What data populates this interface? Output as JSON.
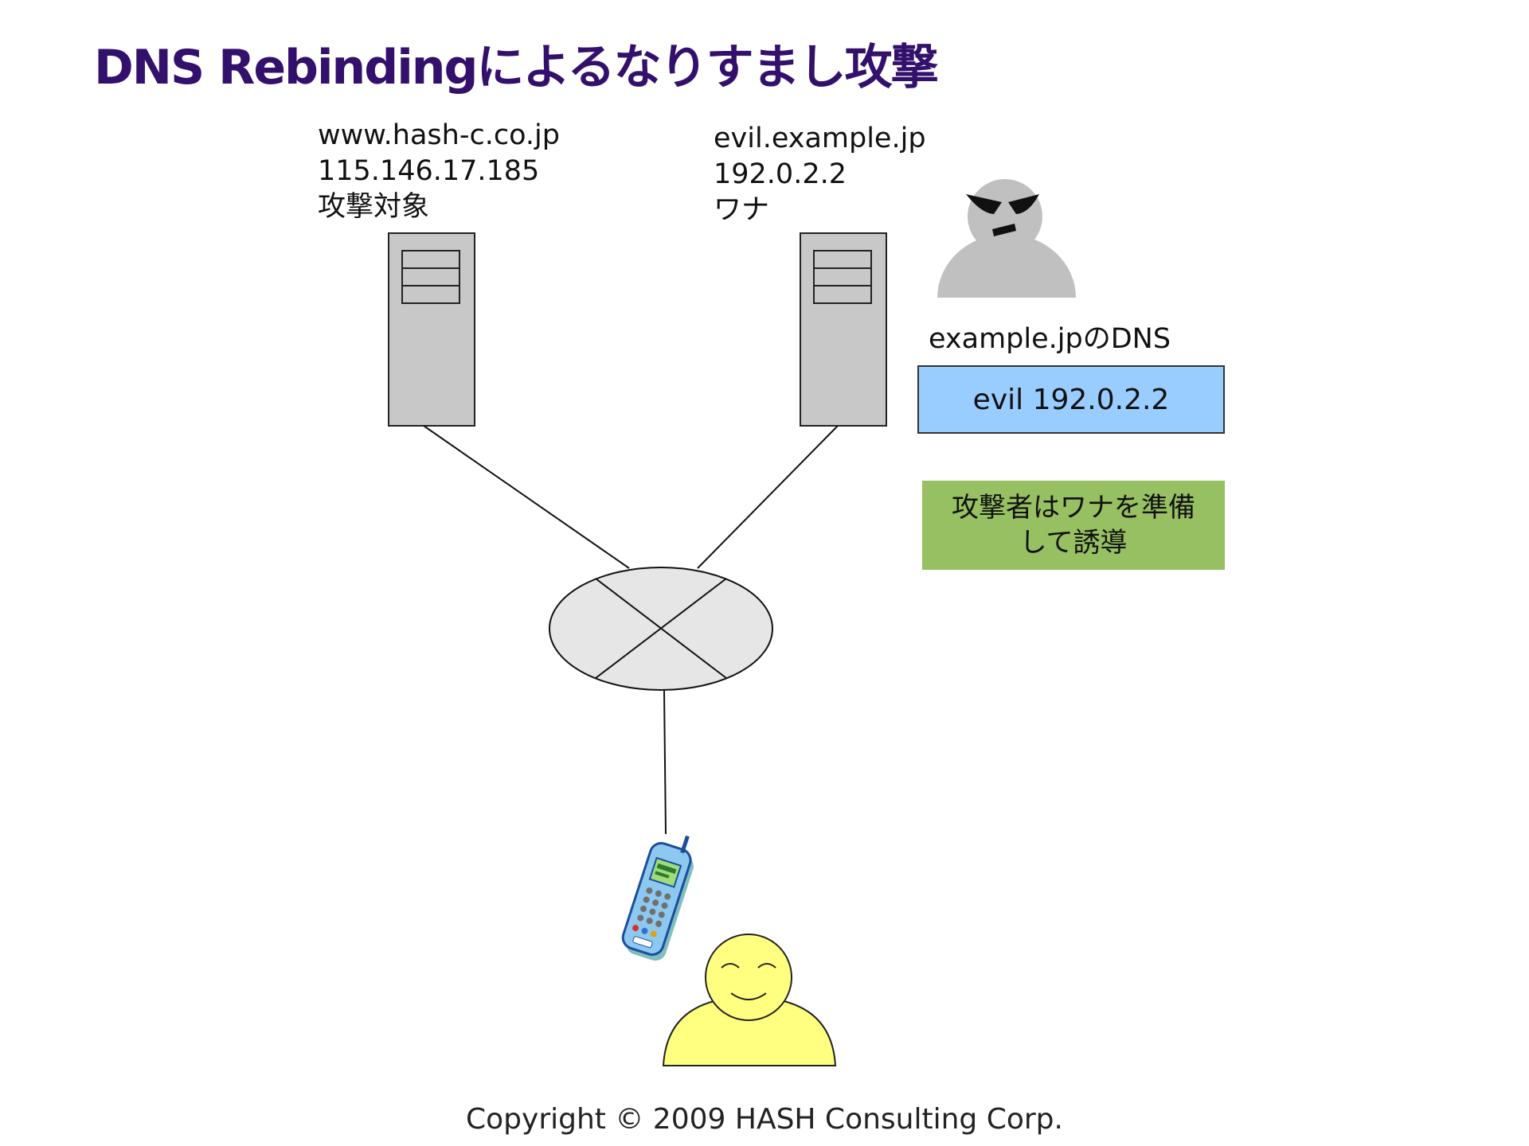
{
  "slide": {
    "title": "DNS Rebindingによるなりすまし攻撃",
    "footer": "Copyright © 2009 HASH Consulting Corp."
  },
  "servers": {
    "target": {
      "host": "www.hash-c.co.jp",
      "ip": "115.146.17.185",
      "role": "攻撃対象"
    },
    "trap": {
      "host": "evil.example.jp",
      "ip": "192.0.2.2",
      "role": "ワナ"
    }
  },
  "dns": {
    "label": "example.jpのDNS",
    "record": "evil 192.0.2.2",
    "color": "#99ccff"
  },
  "note": {
    "line1": "攻撃者はワナを準備",
    "line2": "して誘導",
    "color": "#96c061"
  },
  "colors": {
    "title": "#33106b",
    "server": "#c8c8c8",
    "attacker": "#c0c0c0",
    "user": "#ffff80",
    "network": "#e6e6e6"
  },
  "icons": {
    "attacker": "attacker-icon",
    "user": "user-icon",
    "phone": "mobile-phone-icon",
    "network": "network-router-icon"
  }
}
